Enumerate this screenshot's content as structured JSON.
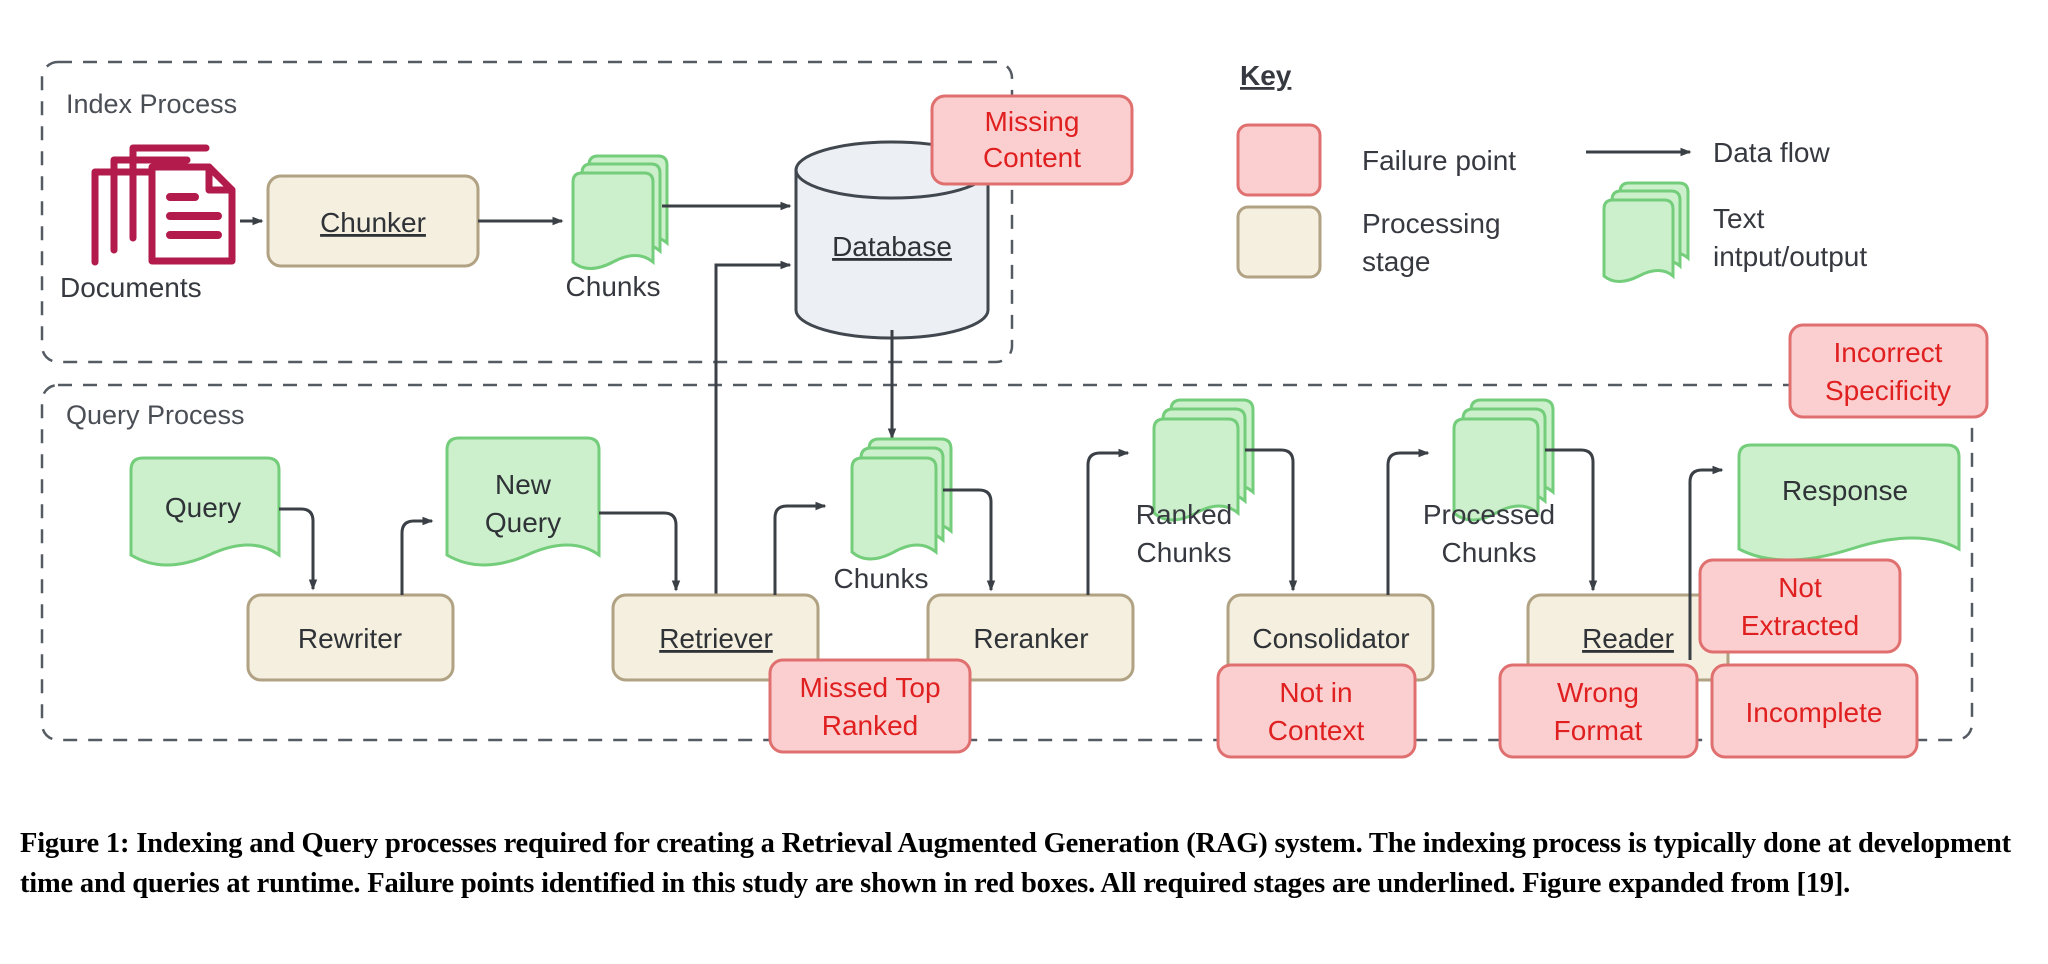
{
  "figure": {
    "caption": "Figure 1: Indexing and Query processes required for creating a Retrieval Augmented Generation (RAG) system. The indexing process is typically done at development time and queries at runtime. Failure points identified in this study are shown in red boxes. All required stages are underlined. Figure expanded from [19]."
  },
  "groups": {
    "index_process": "Index Process",
    "query_process": "Query Process"
  },
  "index": {
    "documents_label": "Documents",
    "chunker": "Chunker",
    "chunks": "Chunks",
    "database": "Database",
    "missing_content_l1": "Missing",
    "missing_content_l2": "Content"
  },
  "query": {
    "query": "Query",
    "rewriter": "Rewriter",
    "new_query_l1": "New",
    "new_query_l2": "Query",
    "retriever": "Retriever",
    "chunks": "Chunks",
    "reranker": "Reranker",
    "ranked_chunks_l1": "Ranked",
    "ranked_chunks_l2": "Chunks",
    "consolidator": "Consolidator",
    "processed_chunks_l1": "Processed",
    "processed_chunks_l2": "Chunks",
    "reader": "Reader",
    "response": "Response"
  },
  "failures": {
    "missed_top_ranked_l1": "Missed Top",
    "missed_top_ranked_l2": "Ranked",
    "not_in_context_l1": "Not in",
    "not_in_context_l2": "Context",
    "incorrect_specificity_l1": "Incorrect",
    "incorrect_specificity_l2": "Specificity",
    "not_extracted_l1": "Not",
    "not_extracted_l2": "Extracted",
    "wrong_format_l1": "Wrong",
    "wrong_format_l2": "Format",
    "incomplete": "Incomplete"
  },
  "key": {
    "title": "Key",
    "failure_point": "Failure point",
    "processing_stage_l1": "Processing",
    "processing_stage_l2": "stage",
    "data_flow": "Data flow",
    "text_io_l1": "Text",
    "text_io_l2": "intput/output"
  },
  "colors": {
    "failure_fill": "#fbcfcf",
    "failure_stroke": "#e07070",
    "failure_text": "#e02020",
    "stage_fill": "#f5efdf",
    "stage_stroke": "#b0a283",
    "text_fill": "#ccf0cc",
    "text_stroke": "#73cd7a",
    "db_fill": "#eceff3",
    "db_stroke": "#41474e",
    "documents_icon": "#b21b4c",
    "line": "#3b4046",
    "group_border": "#555b63",
    "label_text": "#36393f"
  }
}
